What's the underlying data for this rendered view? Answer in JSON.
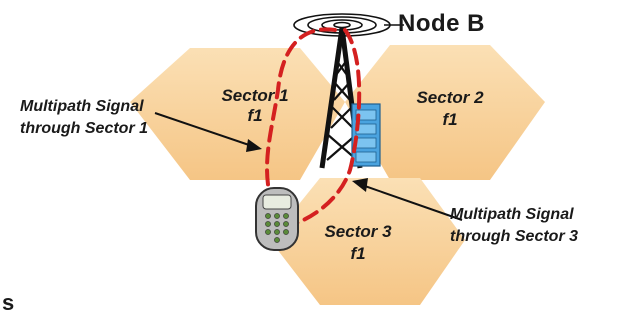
{
  "node_b": {
    "label": "Node B"
  },
  "sectors": [
    {
      "name": "Sector 1",
      "freq": "f1"
    },
    {
      "name": "Sector 2",
      "freq": "f1"
    },
    {
      "name": "Sector 3",
      "freq": "f1"
    }
  ],
  "annotations": {
    "multipath_1": {
      "line1": "Multipath Signal",
      "line2": "through Sector 1"
    },
    "multipath_3": {
      "line1": "Multipath Signal",
      "line2": "through Sector 3"
    }
  },
  "edge_text": "s",
  "colors": {
    "sector_fill": "#f7c98a",
    "sector_fill_light": "#fbe1b8",
    "signal_path": "#d42020",
    "tower": "#1a1a1a",
    "equipment": "#4aa3df"
  }
}
